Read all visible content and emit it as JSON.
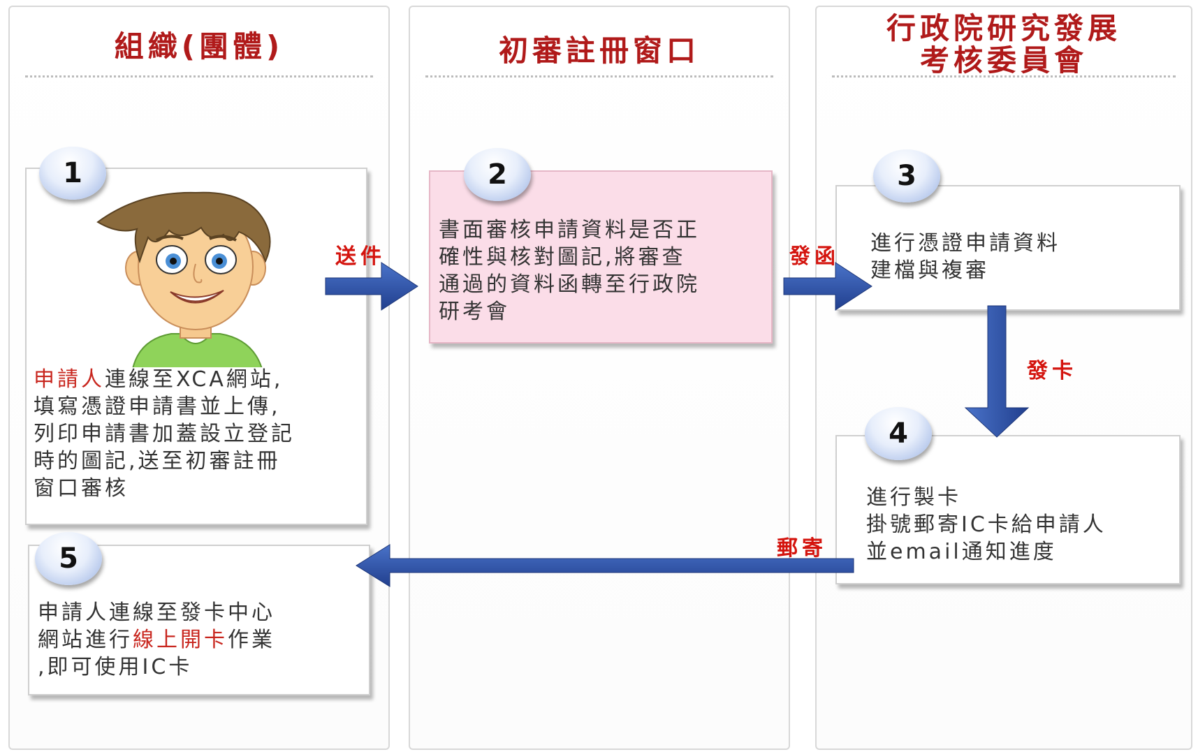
{
  "lanes": [
    {
      "title": "組織(團體)"
    },
    {
      "title": "初審註冊窗口"
    },
    {
      "title_line1": "行政院研究發展",
      "title_line2": "考核委員會"
    }
  ],
  "steps": [
    {
      "number": "1",
      "line1_highlight": "申請人",
      "line1_rest": "連線至XCA網站,",
      "line2": "填寫憑證申請書並上傳,",
      "line3": "列印申請書加蓋設立登記",
      "line4": "時的圖記,送至初審註冊",
      "line5": "窗口審核"
    },
    {
      "number": "2",
      "line1": "書面審核申請資料是否正",
      "line2": "確性與核對圖記,將審查",
      "line3": "通過的資料函轉至行政院",
      "line4": "研考會"
    },
    {
      "number": "3",
      "line1": "進行憑證申請資料",
      "line2": "建檔與複審"
    },
    {
      "number": "4",
      "line1": "進行製卡",
      "line2": "掛號郵寄IC卡給申請人",
      "line3": "並email通知進度"
    },
    {
      "number": "5",
      "line1": "申請人連線至發卡中心",
      "line2_pre": "網站進行",
      "line2_highlight": "線上開卡",
      "line2_post": "作業",
      "line3": ",即可使用IC卡"
    }
  ],
  "edges": [
    {
      "from": "1",
      "to": "2",
      "label": "送件"
    },
    {
      "from": "2",
      "to": "3",
      "label": "發函"
    },
    {
      "from": "3",
      "to": "4",
      "label": "發卡"
    },
    {
      "from": "4",
      "to": "5",
      "label": "郵寄"
    }
  ],
  "colors": {
    "lane_title": "#b01a1a",
    "edge_label": "#d4140e",
    "highlight": "#c8261e",
    "arrow": "#2a4da3",
    "step2_fill": "#fbdde8"
  },
  "icons": {
    "applicant": "cartoon-boy-icon",
    "step_marker": "numbered-circle-icon"
  }
}
